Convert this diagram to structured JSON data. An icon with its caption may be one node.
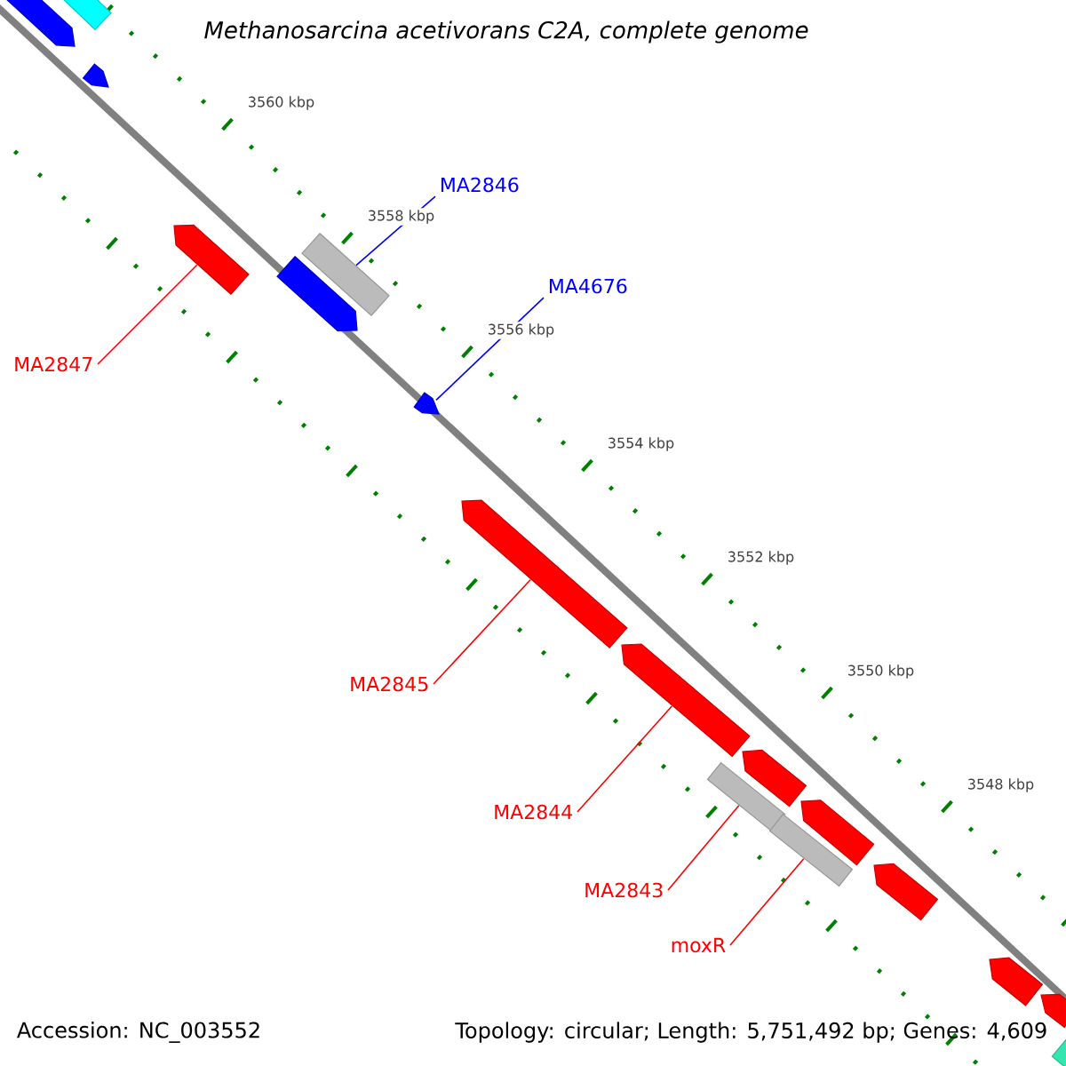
{
  "diagram": {
    "title": "Methanosarcina acetivorans C2A, complete genome",
    "nodes": [
      {
        "text": [
          "MA2846"
        ]
      },
      {
        "text": [
          "MA4676"
        ]
      },
      {
        "text": [
          "MA2847"
        ]
      },
      {
        "text": [
          "MA2845"
        ]
      },
      {
        "text": [
          "MA2844"
        ]
      },
      {
        "text": [
          "MA2843"
        ]
      },
      {
        "text": [
          "moxR"
        ]
      },
      {
        "text": [],
        "shape": "arrow"
      },
      {
        "text": [],
        "shape": "box"
      },
      {
        "text": [],
        "shape": "arrow"
      },
      {
        "text": [],
        "shape": "arrow"
      },
      {
        "text": [],
        "shape": "box"
      },
      {
        "text": [],
        "shape": "arrow"
      },
      {
        "text": [],
        "shape": "arrow"
      },
      {
        "text": [],
        "shape": "arrow"
      },
      {
        "text": [],
        "shape": "arrow"
      },
      {
        "text": [],
        "shape": "arrow"
      },
      {
        "text": [],
        "shape": "box"
      },
      {
        "text": [],
        "shape": "arrow"
      },
      {
        "text": [],
        "shape": "box"
      },
      {
        "text": [],
        "shape": "arrow"
      },
      {
        "text": [],
        "shape": "arrow"
      },
      {
        "text": [],
        "shape": "arrow"
      },
      {
        "text": [],
        "shape": "box"
      }
    ],
    "edges": [
      {
        "from": 0,
        "to": 11,
        "arrow": "none",
        "color": "#0000ff"
      },
      {
        "from": 1,
        "to": 13,
        "arrow": "none",
        "color": "#0000ff"
      },
      {
        "from": 2,
        "to": 10,
        "arrow": "none"
      },
      {
        "from": 3,
        "to": 14,
        "arrow": "none"
      },
      {
        "from": 4,
        "to": 15,
        "arrow": "none"
      },
      {
        "from": 5,
        "to": 17,
        "arrow": "none"
      },
      {
        "from": 6,
        "to": 19,
        "arrow": "none"
      }
    ],
    "labels": [
      "3560 kbp",
      "3558 kbp",
      "3556 kbp",
      "3554 kbp",
      "3552 kbp",
      "3550 kbp",
      "3548 kbp",
      "Accession: NC_003552",
      "Topology: circular; Length: 5,751,492 bp; Genes: 4,609"
    ]
  }
}
